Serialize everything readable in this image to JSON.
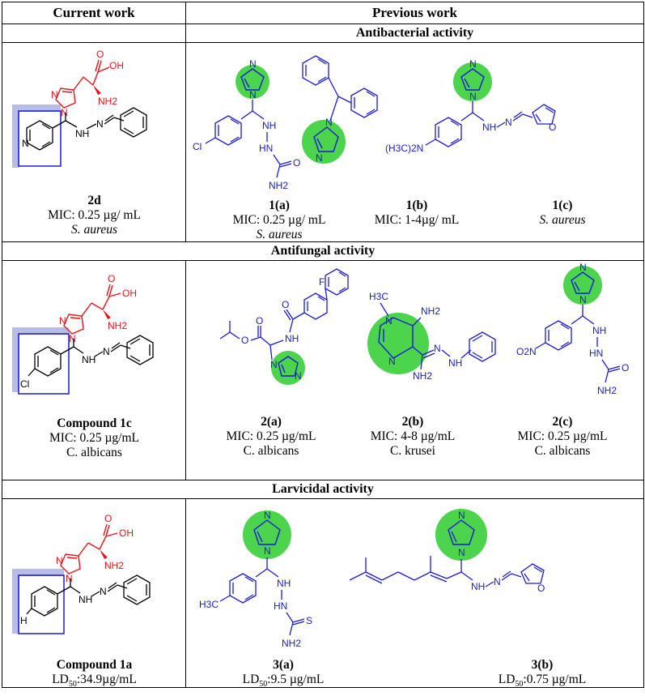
{
  "headers": {
    "current": "Current work",
    "previous": "Previous work"
  },
  "sections": {
    "antibacterial": {
      "title": "Antibacterial activity",
      "current": {
        "name": "2d",
        "line1": "MIC: 0.25 µg/ mL",
        "line2": "S. aureus"
      },
      "previous": [
        {
          "name": "1(a)",
          "line1": "MIC: 0.25 µg/ mL",
          "line2": "S. aureus"
        },
        {
          "name": "1(b)",
          "line1": "MIC: 1-4µg/ mL",
          "line2": ""
        },
        {
          "name": "1(c)",
          "line1": "",
          "line2": "S. aureus"
        }
      ]
    },
    "antifungal": {
      "title": "Antifungal activity",
      "current": {
        "name": "Compound 1c",
        "line1": "MIC: 0.25 µg/mL",
        "line2": "C. albicans"
      },
      "previous": [
        {
          "name": "2(a)",
          "line1": "MIC: 0.25 µg/mL",
          "line2": "C. albicans"
        },
        {
          "name": "2(b)",
          "line1": "MIC: 4-8 µg/mL",
          "line2": "C. krusei"
        },
        {
          "name": "2(c)",
          "line1": "MIC: 0.25 µg/mL",
          "line2": "C. albicans"
        }
      ]
    },
    "larvicidal": {
      "title": "Larvicidal activity",
      "current": {
        "name": "Compound 1a",
        "line1_pre": "LD",
        "line1_sub": "50",
        "line1_post": ":34.9µg/mL"
      },
      "previous": [
        {
          "name": "3(a)",
          "line1_pre": "LD",
          "line1_sub": "50",
          "line1_post": ":9.5 µg/mL"
        },
        {
          "name": "3(b)",
          "line1_pre": "LD",
          "line1_sub": "50",
          "line1_post": ":0.75 µg/mL"
        }
      ]
    }
  },
  "atoms": {
    "oh": "OH",
    "o": "O",
    "nh2": "NH2",
    "n": "N",
    "nh": "NH",
    "h": "H",
    "cl": "Cl",
    "f": "F",
    "s": "S",
    "hn": "HN",
    "n_ch3_2": "(H3C)2N",
    "o2n": "O2N",
    "h3c": "H3C"
  },
  "colors": {
    "red": "#e8141b",
    "blue": "#1a1ad6",
    "black": "#000000",
    "green": "#4cd44c",
    "highlight": "#b8bde6"
  }
}
